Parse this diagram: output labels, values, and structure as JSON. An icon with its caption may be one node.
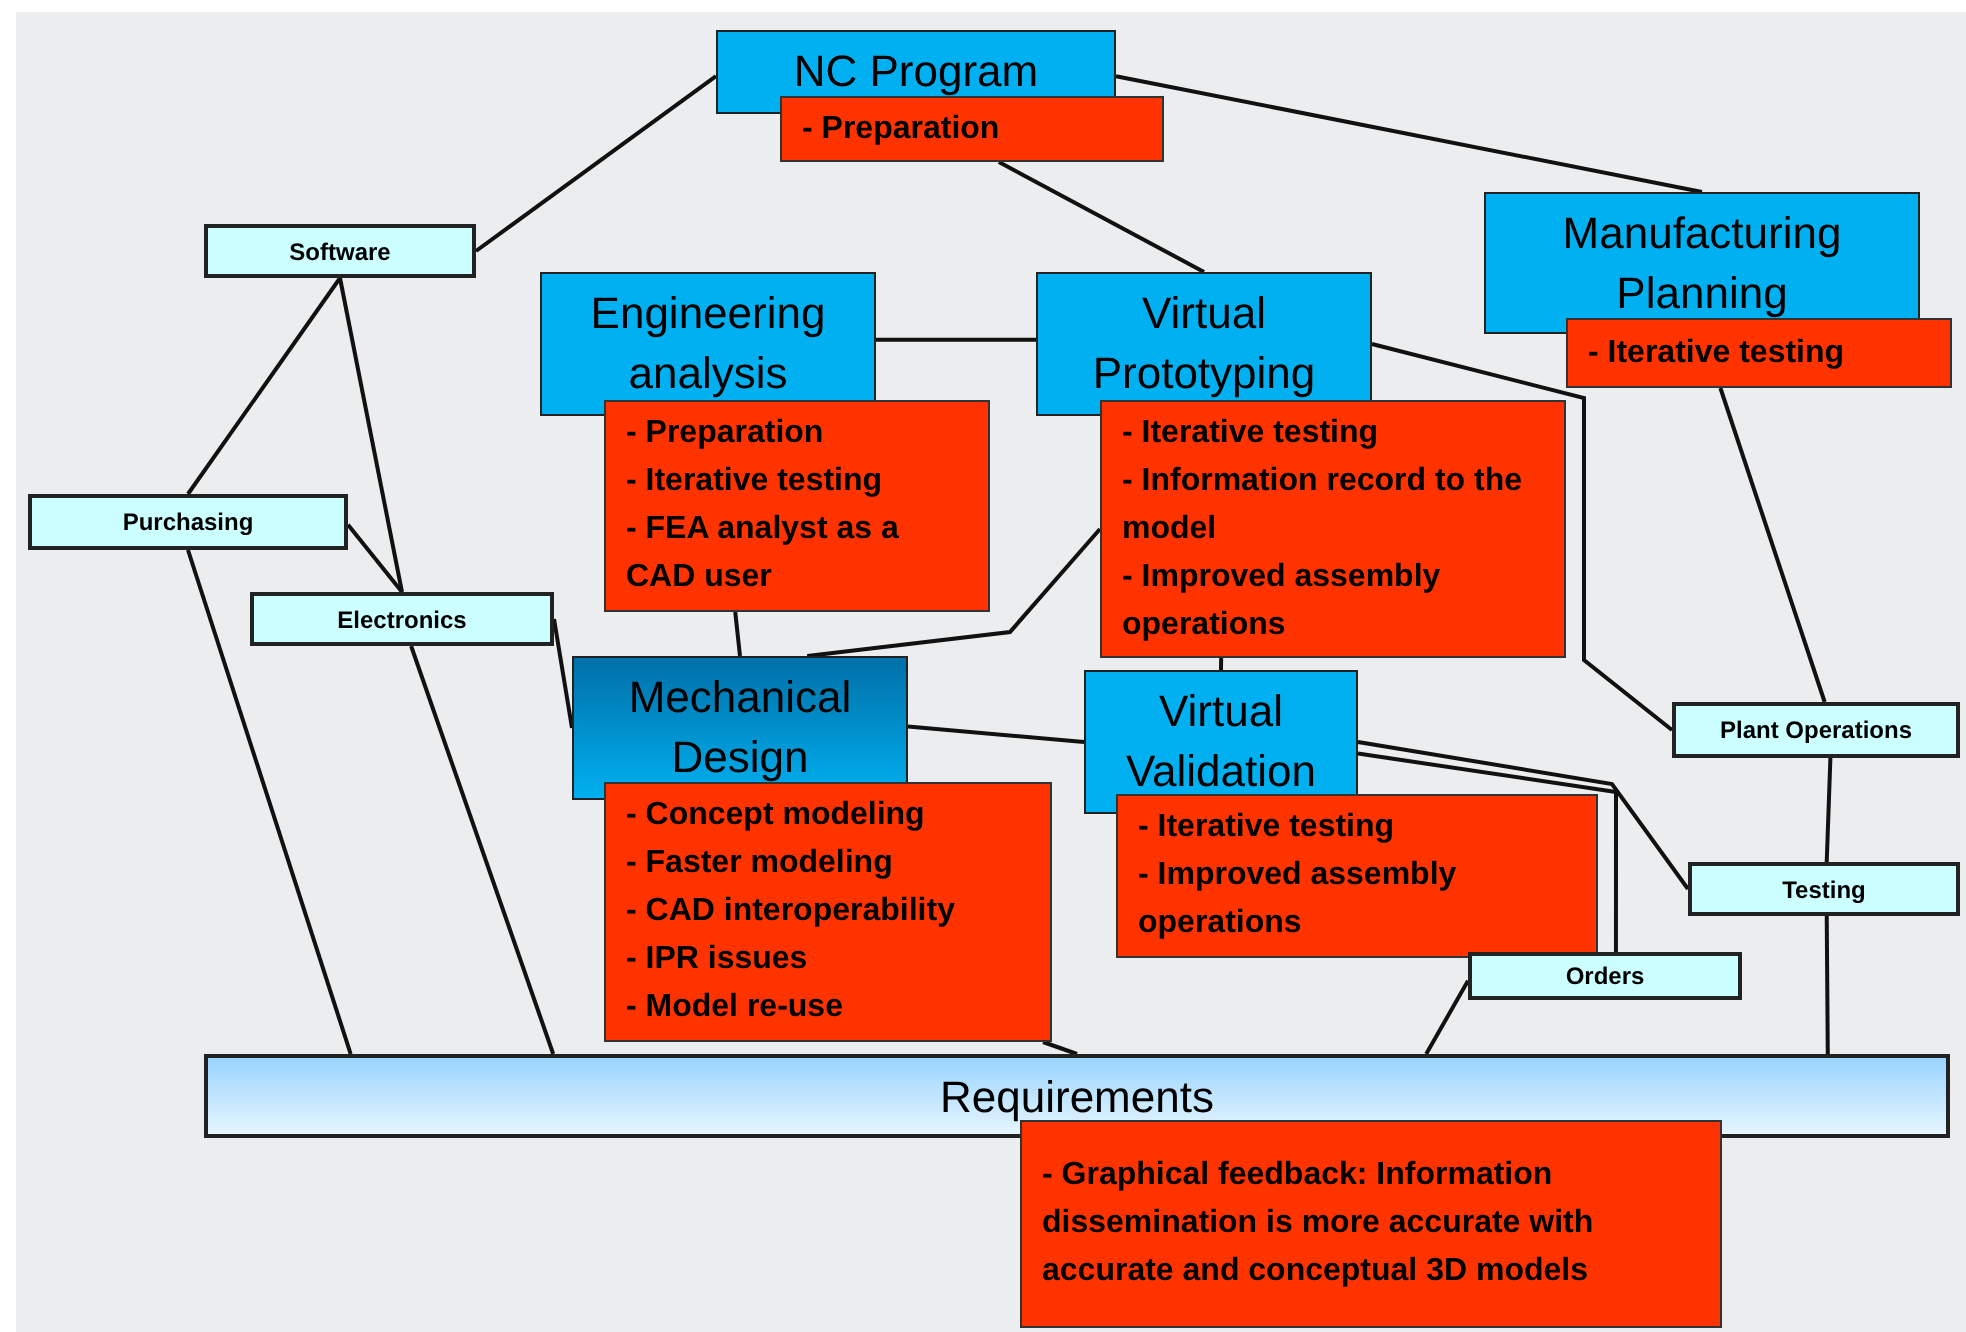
{
  "diagram": {
    "nodes": [
      {
        "text": [
          "NC Program"
        ]
      },
      {
        "text": [
          "- Preparation"
        ]
      },
      {
        "text": [
          "Software"
        ]
      },
      {
        "text": [
          "Manufacturing Planning"
        ]
      },
      {
        "text": [
          "- Iterative testing"
        ]
      },
      {
        "text": [
          "Engineering analysis"
        ]
      },
      {
        "text": [
          "- Preparation",
          "- Iterative testing",
          "- FEA analyst as a CAD user"
        ]
      },
      {
        "text": [
          "Virtual Prototyping"
        ]
      },
      {
        "text": [
          "- Iterative testing",
          "- Information record to the model",
          "- Improved assembly operations"
        ]
      },
      {
        "text": [
          "Purchasing"
        ]
      },
      {
        "text": [
          "Electronics"
        ]
      },
      {
        "text": [
          "Mechanical Design"
        ]
      },
      {
        "text": [
          "- Concept modeling",
          "- Faster modeling",
          "- CAD interoperability",
          "- IPR issues",
          "- Model re-use"
        ]
      },
      {
        "text": [
          "Virtual Validation"
        ]
      },
      {
        "text": [
          "- Iterative testing",
          "- Improved assembly operations"
        ]
      },
      {
        "text": [
          "Plant Operations"
        ]
      },
      {
        "text": [
          "Testing"
        ]
      },
      {
        "text": [
          "Orders"
        ]
      },
      {
        "text": [
          "Requirements"
        ]
      },
      {
        "text": [
          "- Graphical feedback: Information dissemination is more accurate with accurate and conceptual 3D models"
        ]
      }
    ],
    "edges": [
      {
        "from": 2,
        "to": 0,
        "arrow": "none"
      },
      {
        "from": 0,
        "to": 3,
        "arrow": "none"
      },
      {
        "from": 1,
        "to": 7,
        "arrow": "none"
      },
      {
        "from": 2,
        "to": 9,
        "arrow": "none"
      },
      {
        "from": 2,
        "to": 10,
        "arrow": "none"
      },
      {
        "from": 9,
        "to": 10,
        "arrow": "none"
      },
      {
        "from": 9,
        "to": 18,
        "arrow": "none"
      },
      {
        "from": 10,
        "to": 18,
        "arrow": "none"
      },
      {
        "from": 10,
        "to": 11,
        "arrow": "none"
      },
      {
        "from": 5,
        "to": 7,
        "arrow": "none"
      },
      {
        "from": 6,
        "to": 11,
        "arrow": "none"
      },
      {
        "from": 8,
        "to": 11,
        "arrow": "none"
      },
      {
        "from": 7,
        "to": 15,
        "arrow": "none"
      },
      {
        "from": 8,
        "to": 13,
        "arrow": "none"
      },
      {
        "from": 11,
        "to": 13,
        "arrow": "none"
      },
      {
        "from": 4,
        "to": 15,
        "arrow": "none"
      },
      {
        "from": 15,
        "to": 16,
        "arrow": "none"
      },
      {
        "from": 16,
        "to": 18,
        "arrow": "none"
      },
      {
        "from": 13,
        "to": 16,
        "arrow": "none"
      },
      {
        "from": 13,
        "to": 17,
        "arrow": "none"
      },
      {
        "from": 17,
        "to": 18,
        "arrow": "none"
      },
      {
        "from": 12,
        "to": 18,
        "arrow": "none"
      }
    ]
  }
}
